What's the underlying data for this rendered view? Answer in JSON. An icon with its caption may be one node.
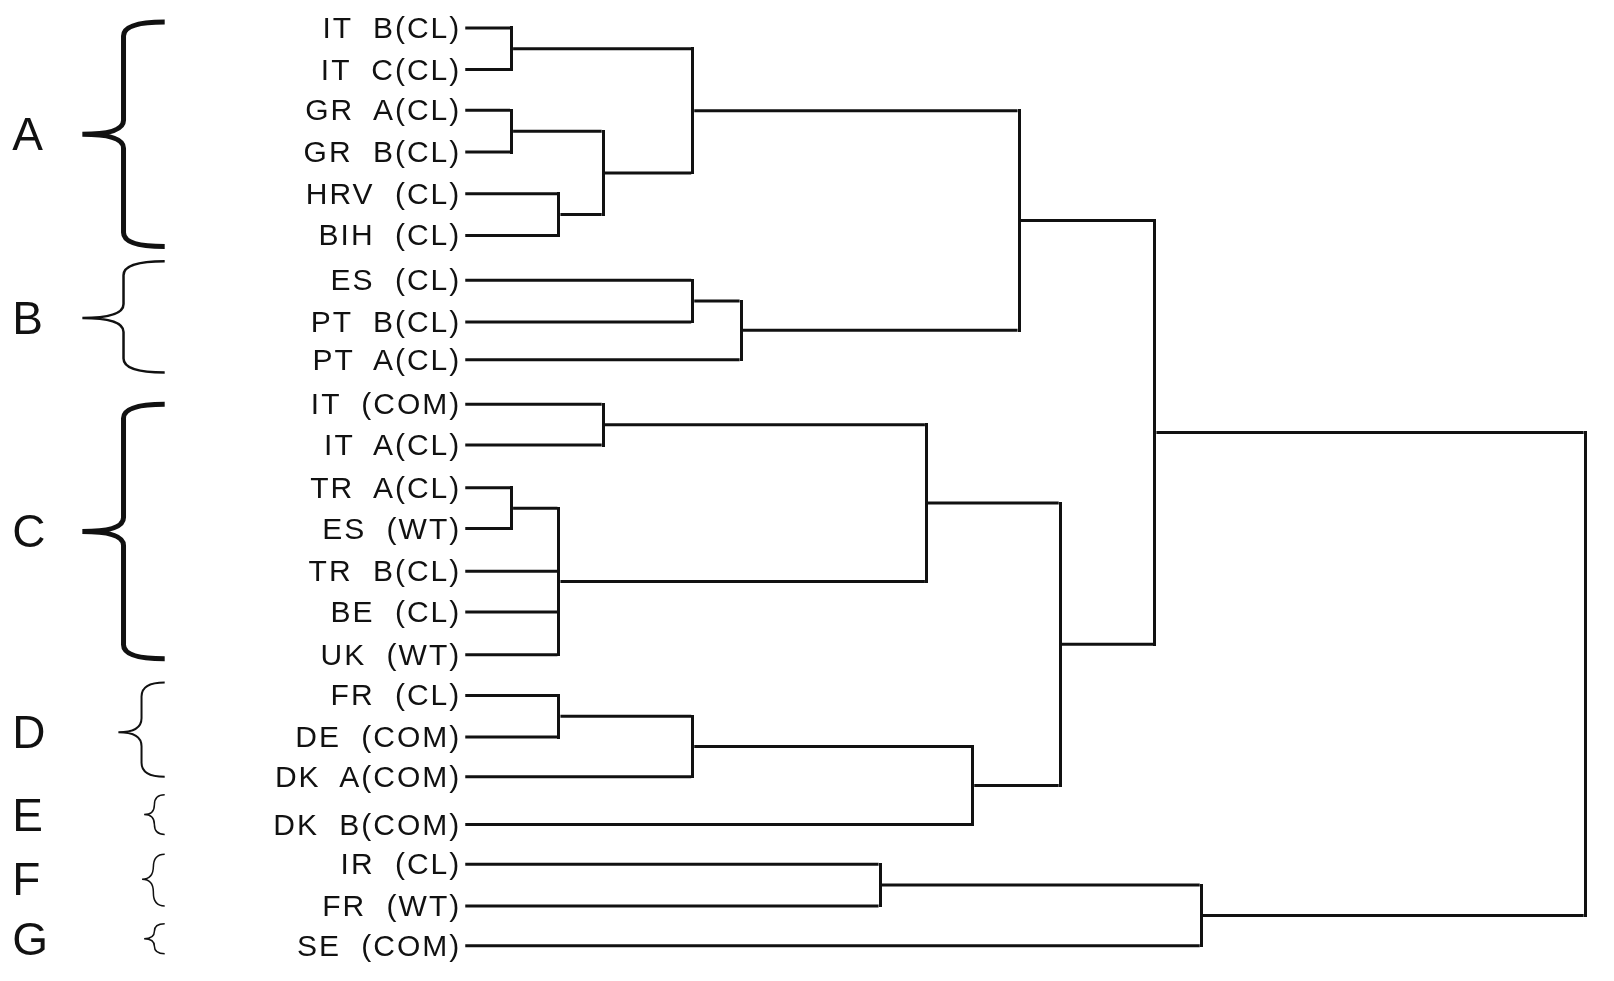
{
  "diagram": {
    "nodes": [
      {
        "text": [
          "IT B(CL)"
        ]
      },
      {
        "text": [
          "IT C(CL)"
        ]
      },
      {
        "text": [
          "GR A(CL)"
        ]
      },
      {
        "text": [
          "GR B(CL)"
        ]
      },
      {
        "text": [
          "HRV (CL)"
        ]
      },
      {
        "text": [
          "BIH (CL)"
        ]
      },
      {
        "text": [
          "ES (CL)"
        ]
      },
      {
        "text": [
          "PT B(CL)"
        ]
      },
      {
        "text": [
          "PT A(CL)"
        ]
      },
      {
        "text": [
          "IT (COM)"
        ]
      },
      {
        "text": [
          "IT A(CL)"
        ]
      },
      {
        "text": [
          "TR A(CL)"
        ]
      },
      {
        "text": [
          "ES (WT)"
        ]
      },
      {
        "text": [
          "TR B(CL)"
        ]
      },
      {
        "text": [
          "BE (CL)"
        ]
      },
      {
        "text": [
          "UK (WT)"
        ]
      },
      {
        "text": [
          "FR (CL)"
        ]
      },
      {
        "text": [
          "DE (COM)"
        ]
      },
      {
        "text": [
          "DK A(COM)"
        ]
      },
      {
        "text": [
          "DK B(COM)"
        ]
      },
      {
        "text": [
          "IR (CL)"
        ]
      },
      {
        "text": [
          "FR (WT)"
        ]
      },
      {
        "text": [
          "SE (COM)"
        ]
      },
      {
        "text": [],
        "shape": "bar"
      },
      {
        "text": [],
        "shape": "bar"
      },
      {
        "text": [],
        "shape": "bar"
      },
      {
        "text": [],
        "shape": "bar"
      },
      {
        "text": [],
        "shape": "bar"
      },
      {
        "text": [],
        "shape": "bar"
      },
      {
        "text": [],
        "shape": "bar"
      },
      {
        "text": [],
        "shape": "bar"
      },
      {
        "text": [],
        "shape": "bar"
      },
      {
        "text": [],
        "shape": "bar"
      },
      {
        "text": [],
        "shape": "bar"
      },
      {
        "text": [],
        "shape": "bar"
      },
      {
        "text": [],
        "shape": "bar"
      },
      {
        "text": [],
        "shape": "bar"
      },
      {
        "text": [],
        "shape": "bar"
      },
      {
        "text": [],
        "shape": "bar"
      },
      {
        "text": [],
        "shape": "bar"
      },
      {
        "text": [],
        "shape": "bar"
      },
      {
        "text": [],
        "shape": "bar"
      },
      {
        "text": [],
        "shape": "bar"
      }
    ],
    "edges": [
      {
        "from": 0,
        "to": 23,
        "arrow": "none"
      },
      {
        "from": 1,
        "to": 23,
        "arrow": "none"
      },
      {
        "from": 2,
        "to": 24,
        "arrow": "none"
      },
      {
        "from": 3,
        "to": 24,
        "arrow": "none"
      },
      {
        "from": 4,
        "to": 25,
        "arrow": "none"
      },
      {
        "from": 5,
        "to": 25,
        "arrow": "none"
      },
      {
        "from": 24,
        "to": 26,
        "arrow": "none"
      },
      {
        "from": 25,
        "to": 26,
        "arrow": "none"
      },
      {
        "from": 23,
        "to": 27,
        "arrow": "none"
      },
      {
        "from": 26,
        "to": 27,
        "arrow": "none"
      },
      {
        "from": 6,
        "to": 28,
        "arrow": "none"
      },
      {
        "from": 7,
        "to": 28,
        "arrow": "none"
      },
      {
        "from": 28,
        "to": 29,
        "arrow": "none"
      },
      {
        "from": 8,
        "to": 29,
        "arrow": "none"
      },
      {
        "from": 27,
        "to": 30,
        "arrow": "none"
      },
      {
        "from": 29,
        "to": 30,
        "arrow": "none"
      },
      {
        "from": 9,
        "to": 31,
        "arrow": "none"
      },
      {
        "from": 10,
        "to": 31,
        "arrow": "none"
      },
      {
        "from": 11,
        "to": 32,
        "arrow": "none"
      },
      {
        "from": 12,
        "to": 32,
        "arrow": "none"
      },
      {
        "from": 32,
        "to": 33,
        "arrow": "none"
      },
      {
        "from": 13,
        "to": 33,
        "arrow": "none"
      },
      {
        "from": 14,
        "to": 33,
        "arrow": "none"
      },
      {
        "from": 15,
        "to": 33,
        "arrow": "none"
      },
      {
        "from": 31,
        "to": 34,
        "arrow": "none"
      },
      {
        "from": 33,
        "to": 34,
        "arrow": "none"
      },
      {
        "from": 16,
        "to": 35,
        "arrow": "none"
      },
      {
        "from": 17,
        "to": 35,
        "arrow": "none"
      },
      {
        "from": 35,
        "to": 36,
        "arrow": "none"
      },
      {
        "from": 18,
        "to": 36,
        "arrow": "none"
      },
      {
        "from": 36,
        "to": 37,
        "arrow": "none"
      },
      {
        "from": 19,
        "to": 37,
        "arrow": "none"
      },
      {
        "from": 34,
        "to": 38,
        "arrow": "none"
      },
      {
        "from": 37,
        "to": 38,
        "arrow": "none"
      },
      {
        "from": 30,
        "to": 39,
        "arrow": "none"
      },
      {
        "from": 38,
        "to": 39,
        "arrow": "none"
      },
      {
        "from": 20,
        "to": 40,
        "arrow": "none"
      },
      {
        "from": 21,
        "to": 40,
        "arrow": "none"
      },
      {
        "from": 40,
        "to": 41,
        "arrow": "none"
      },
      {
        "from": 22,
        "to": 41,
        "arrow": "none"
      },
      {
        "from": 39,
        "to": 42,
        "arrow": "none"
      },
      {
        "from": 41,
        "to": 42,
        "arrow": "none"
      }
    ],
    "labels": [
      "A",
      "B",
      "C",
      "D",
      "E",
      "F",
      "G"
    ]
  }
}
